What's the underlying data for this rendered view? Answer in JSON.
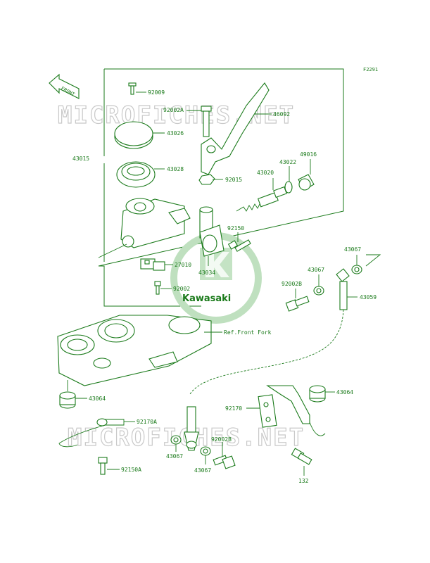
{
  "diagram_code": "F2291",
  "front_label": "FRONT",
  "brand": "Kawasaki",
  "watermark": "MICROFICHES.NET",
  "ref_label": "Ref.Front Fork",
  "parts": {
    "p92009": "92009",
    "p92002A": "92002A",
    "p46092": "46092",
    "p43026": "43026",
    "p43015": "43015",
    "p43028": "43028",
    "p92015": "92015",
    "p43020": "43020",
    "p43022": "43022",
    "p49016": "49016",
    "p92150": "92150",
    "p43067a": "43067",
    "p27010": "27010",
    "p43034": "43034",
    "p43067b": "43067",
    "p92002B_a": "92002B",
    "p43059": "43059",
    "p92002": "92002",
    "p43064a": "43064",
    "p43064b": "43064",
    "p92170": "92170",
    "p92170A": "92170A",
    "p92150A": "92150A",
    "p43067c": "43067",
    "p92002B_b": "92002B",
    "p43067d": "43067",
    "p132": "132"
  }
}
